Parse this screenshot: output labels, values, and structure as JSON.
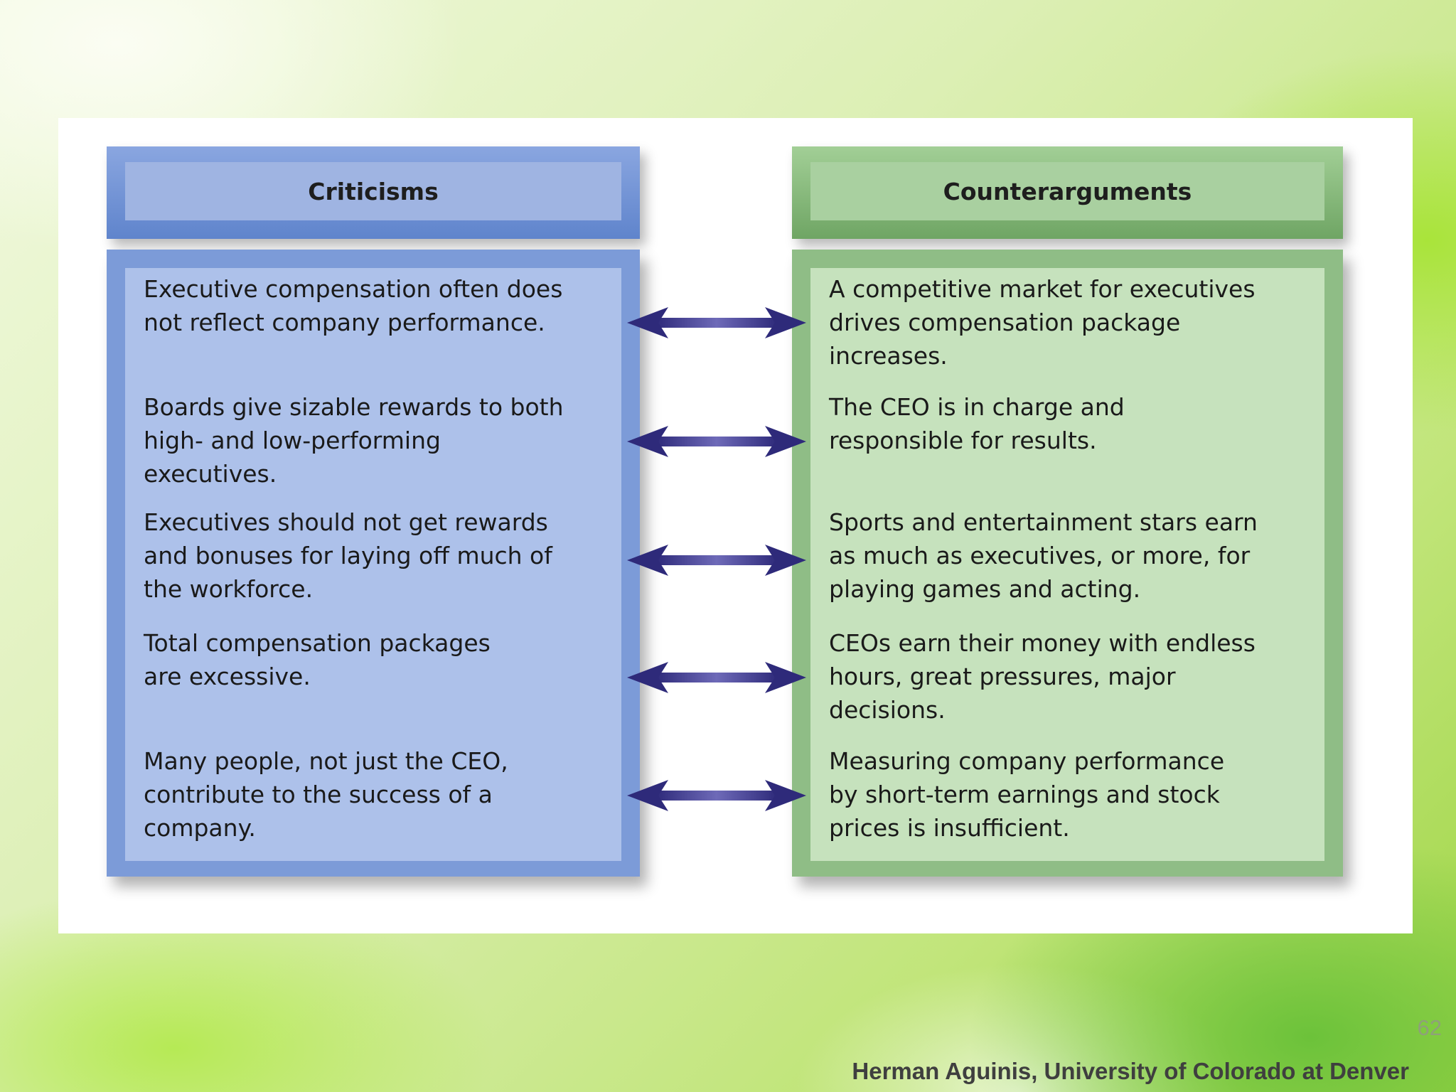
{
  "criticisms": {
    "header": "Criticisms",
    "items": [
      "Executive compensation often does\nnot reflect company performance.",
      "Boards give sizable rewards to both\nhigh- and low-performing\nexecutives.",
      "Executives should not get rewards\nand bonuses for laying off much of\nthe workforce.",
      "Total compensation packages\nare excessive.",
      "Many people, not just the CEO,\ncontribute to the success of a\ncompany."
    ]
  },
  "counterarguments": {
    "header": "Counterarguments",
    "items": [
      "A competitive market for executives\ndrives compensation package\nincreases.",
      "The CEO is in charge and\nresponsible for results.",
      "Sports and entertainment stars earn\nas much as executives, or more, for\nplaying games and acting.",
      "CEOs earn their money with endless\nhours, great pressures, major\ndecisions.",
      "Measuring company performance\nby short-term earnings and stock\nprices is insufficient."
    ]
  },
  "colors": {
    "arrow": "#2e2a7a",
    "left_box": "#adc1ea",
    "right_box": "#c6e2bd"
  },
  "footer": {
    "page_number": "62",
    "credit": "Herman Aguinis, University of Colorado at Denver"
  }
}
